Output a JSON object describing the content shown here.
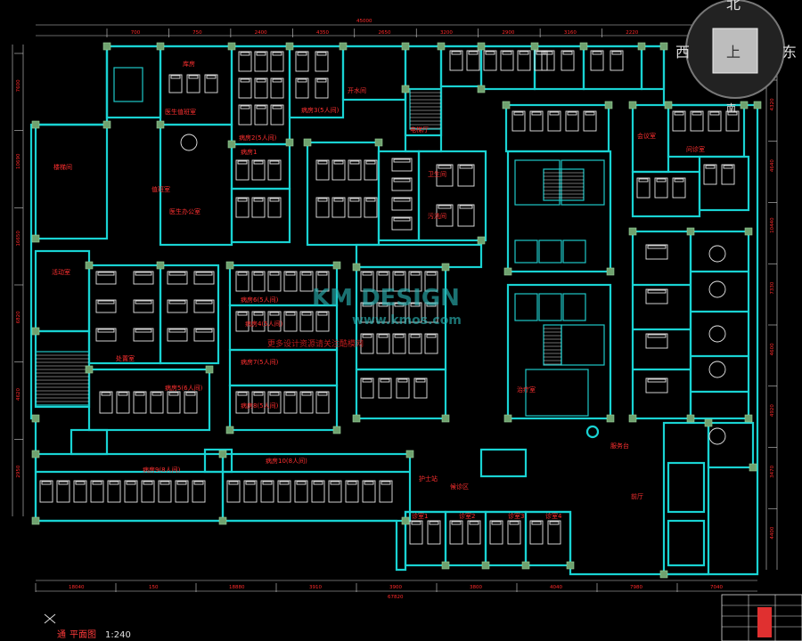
{
  "drawing": {
    "title_prefix": "通",
    "title": "平面图",
    "scale": "1:240",
    "overall_dim": "67820",
    "top_dim_total": "45000",
    "colors": {
      "background": "#000000",
      "walls": "#19d3d3",
      "furniture": "#e8e8e8",
      "labels": "#ff3030",
      "columns": "#6fa26f"
    }
  },
  "compass": {
    "north": "北",
    "west": "西",
    "east": "东",
    "south": "南",
    "center": "上"
  },
  "watermark": {
    "brand": "KM DESIGN",
    "url": "www.kmos.com",
    "line": "更多设计资源请关注酷模网"
  },
  "dimensions": {
    "top": [
      "700",
      "750",
      "2400",
      "4350",
      "2650",
      "3200",
      "2900",
      "3160",
      "2220"
    ],
    "bottom": [
      "18040",
      "150",
      "18880",
      "3910",
      "3900",
      "3800",
      "4040",
      "7980",
      "7040"
    ],
    "left": [
      "7600",
      "10690",
      "16650",
      "6820",
      "4620",
      "2950"
    ],
    "right": [
      "4320",
      "4640",
      "10440",
      "7330",
      "4600",
      "4920",
      "3470",
      "4400"
    ]
  },
  "rooms": [
    {
      "id": "r1",
      "label": "医生办公室"
    },
    {
      "id": "r2",
      "label": "库房"
    },
    {
      "id": "r3",
      "label": "医生值班室"
    },
    {
      "id": "r4",
      "label": "值班室"
    },
    {
      "id": "r5",
      "label": "病房1"
    },
    {
      "id": "r6",
      "label": "病房2(5人间)"
    },
    {
      "id": "r7",
      "label": "病房3(5人间)"
    },
    {
      "id": "r8",
      "label": "病房4(5人间)"
    },
    {
      "id": "r9",
      "label": "病房5(6人间)"
    },
    {
      "id": "r10",
      "label": "病房6(5人间)"
    },
    {
      "id": "r11",
      "label": "病房7(5人间)"
    },
    {
      "id": "r12",
      "label": "病房8(5人间)"
    },
    {
      "id": "r13",
      "label": "病房9(8人间)"
    },
    {
      "id": "r14",
      "label": "病房10(8人间)"
    },
    {
      "id": "r15",
      "label": "护士站"
    },
    {
      "id": "r16",
      "label": "治疗室"
    },
    {
      "id": "r17",
      "label": "处置室"
    },
    {
      "id": "r18",
      "label": "污洗间"
    },
    {
      "id": "r19",
      "label": "楼梯间"
    },
    {
      "id": "r20",
      "label": "电梯厅"
    },
    {
      "id": "r21",
      "label": "候诊区"
    },
    {
      "id": "r22",
      "label": "诊室1"
    },
    {
      "id": "r23",
      "label": "诊室2"
    },
    {
      "id": "r24",
      "label": "诊室3"
    },
    {
      "id": "r25",
      "label": "诊室4"
    },
    {
      "id": "r26",
      "label": "卫生间"
    },
    {
      "id": "r27",
      "label": "活动室"
    },
    {
      "id": "r28",
      "label": "开水间"
    },
    {
      "id": "r29",
      "label": "会议室"
    },
    {
      "id": "r30",
      "label": "问诊室"
    },
    {
      "id": "r31",
      "label": "服务台"
    },
    {
      "id": "r32",
      "label": "前厅"
    }
  ],
  "title_block": {
    "rows": [
      "",
      "",
      "",
      "",
      ""
    ]
  }
}
